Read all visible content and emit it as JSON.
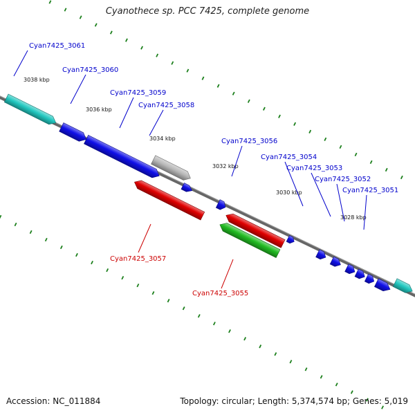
{
  "title": "Cyanothece sp. PCC 7425, complete genome",
  "footer": {
    "accession": "Accession: NC_011884",
    "summary": "Topology: circular; Length: 5,374,574 bp; Genes: 5,019"
  },
  "colors": {
    "forward_gene": "#1010e8",
    "reverse_gene": "#e00000",
    "rna_gene": "#22bb22",
    "pseudo_gene": "#b8b8b8",
    "highlight_gene": "#22c8c0",
    "backbone": "#808080",
    "tick": "#1b7f1b",
    "forward_label": "#0000cc",
    "reverse_label": "#cc0000"
  },
  "ticks": [
    {
      "label": "3038 kbp"
    },
    {
      "label": "3036 kbp"
    },
    {
      "label": "3034 kbp"
    },
    {
      "label": "3032 kbp"
    },
    {
      "label": "3030 kbp"
    },
    {
      "label": "3028 kbp"
    }
  ],
  "genes": [
    {
      "name": "Cyan7425_3061",
      "strand": "+",
      "kind": "highlight"
    },
    {
      "name": "Cyan7425_3060",
      "strand": "+",
      "kind": "forward"
    },
    {
      "name": "Cyan7425_3059",
      "strand": "+",
      "kind": "pseudo"
    },
    {
      "name": "Cyan7425_3058",
      "strand": "+",
      "kind": "forward"
    },
    {
      "name": "Cyan7425_3057",
      "strand": "-",
      "kind": "reverse"
    },
    {
      "name": "Cyan7425_3056",
      "strand": "+",
      "kind": "forward"
    },
    {
      "name": "Cyan7425_3055",
      "strand": "-",
      "kind": "rna"
    },
    {
      "name": "Cyan7425_3054",
      "strand": "+",
      "kind": "forward"
    },
    {
      "name": "Cyan7425_3053",
      "strand": "+",
      "kind": "forward"
    },
    {
      "name": "Cyan7425_3052",
      "strand": "+",
      "kind": "forward"
    },
    {
      "name": "Cyan7425_3051",
      "strand": "+",
      "kind": "forward"
    }
  ]
}
